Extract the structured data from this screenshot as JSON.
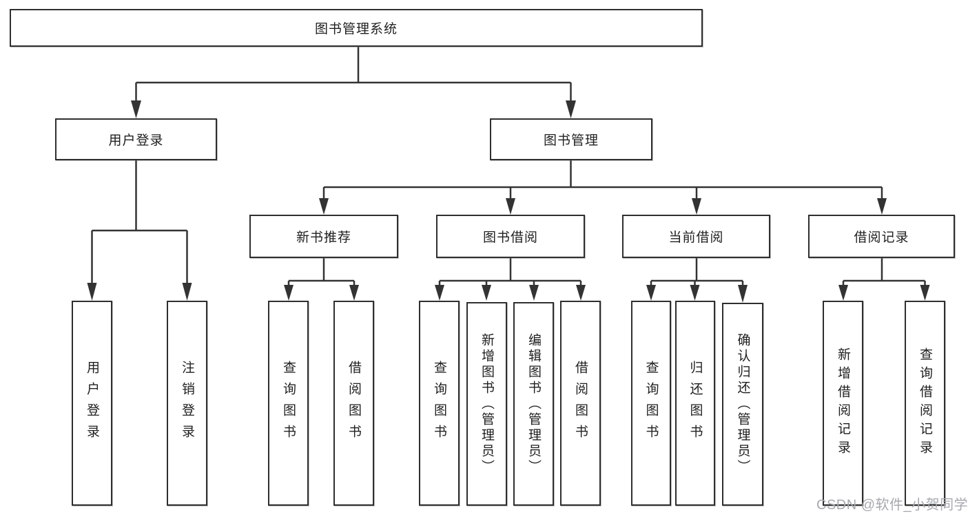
{
  "diagram": {
    "type": "hierarchy-tree",
    "root": {
      "label": "图书管理系统"
    },
    "level2": {
      "user_login": {
        "label": "用户登录"
      },
      "book_mgmt": {
        "label": "图书管理"
      }
    },
    "level3": {
      "new_book_rec": {
        "label": "新书推荐",
        "parent": "图书管理"
      },
      "book_borrow": {
        "label": "图书借阅",
        "parent": "图书管理"
      },
      "current_borrow": {
        "label": "当前借阅",
        "parent": "图书管理"
      },
      "borrow_record": {
        "label": "借阅记录",
        "parent": "图书管理"
      }
    },
    "leaves": {
      "user_login_leaf": {
        "label": "用户登录",
        "parent": "用户登录"
      },
      "logout_leaf": {
        "label": "注销登录",
        "parent": "用户登录"
      },
      "nbr_query": {
        "label": "查询图书",
        "parent": "新书推荐"
      },
      "nbr_borrow": {
        "label": "借阅图书",
        "parent": "新书推荐"
      },
      "bb_query": {
        "label": "查询图书",
        "parent": "图书借阅"
      },
      "bb_add": {
        "label": "新增图书（管理员）",
        "parent": "图书借阅"
      },
      "bb_edit": {
        "label": "编辑图书（管理员）",
        "parent": "图书借阅"
      },
      "bb_borrow": {
        "label": "借阅图书",
        "parent": "图书借阅"
      },
      "cb_query": {
        "label": "查询图书",
        "parent": "当前借阅"
      },
      "cb_return": {
        "label": "归还图书",
        "parent": "当前借阅"
      },
      "cb_confirm": {
        "label": "确认归还（管理员）",
        "parent": "当前借阅"
      },
      "br_add": {
        "label": "新增借阅记录",
        "parent": "借阅记录"
      },
      "br_query": {
        "label": "查询借阅记录",
        "parent": "借阅记录"
      }
    },
    "colors": {
      "line": "#333333",
      "box_border": "#2e2e2e",
      "text": "#1f1f1f",
      "background": "#ffffff",
      "watermark": "#a6a9ad"
    }
  },
  "watermark": {
    "text": "CSDN @软件_小贺同学"
  }
}
